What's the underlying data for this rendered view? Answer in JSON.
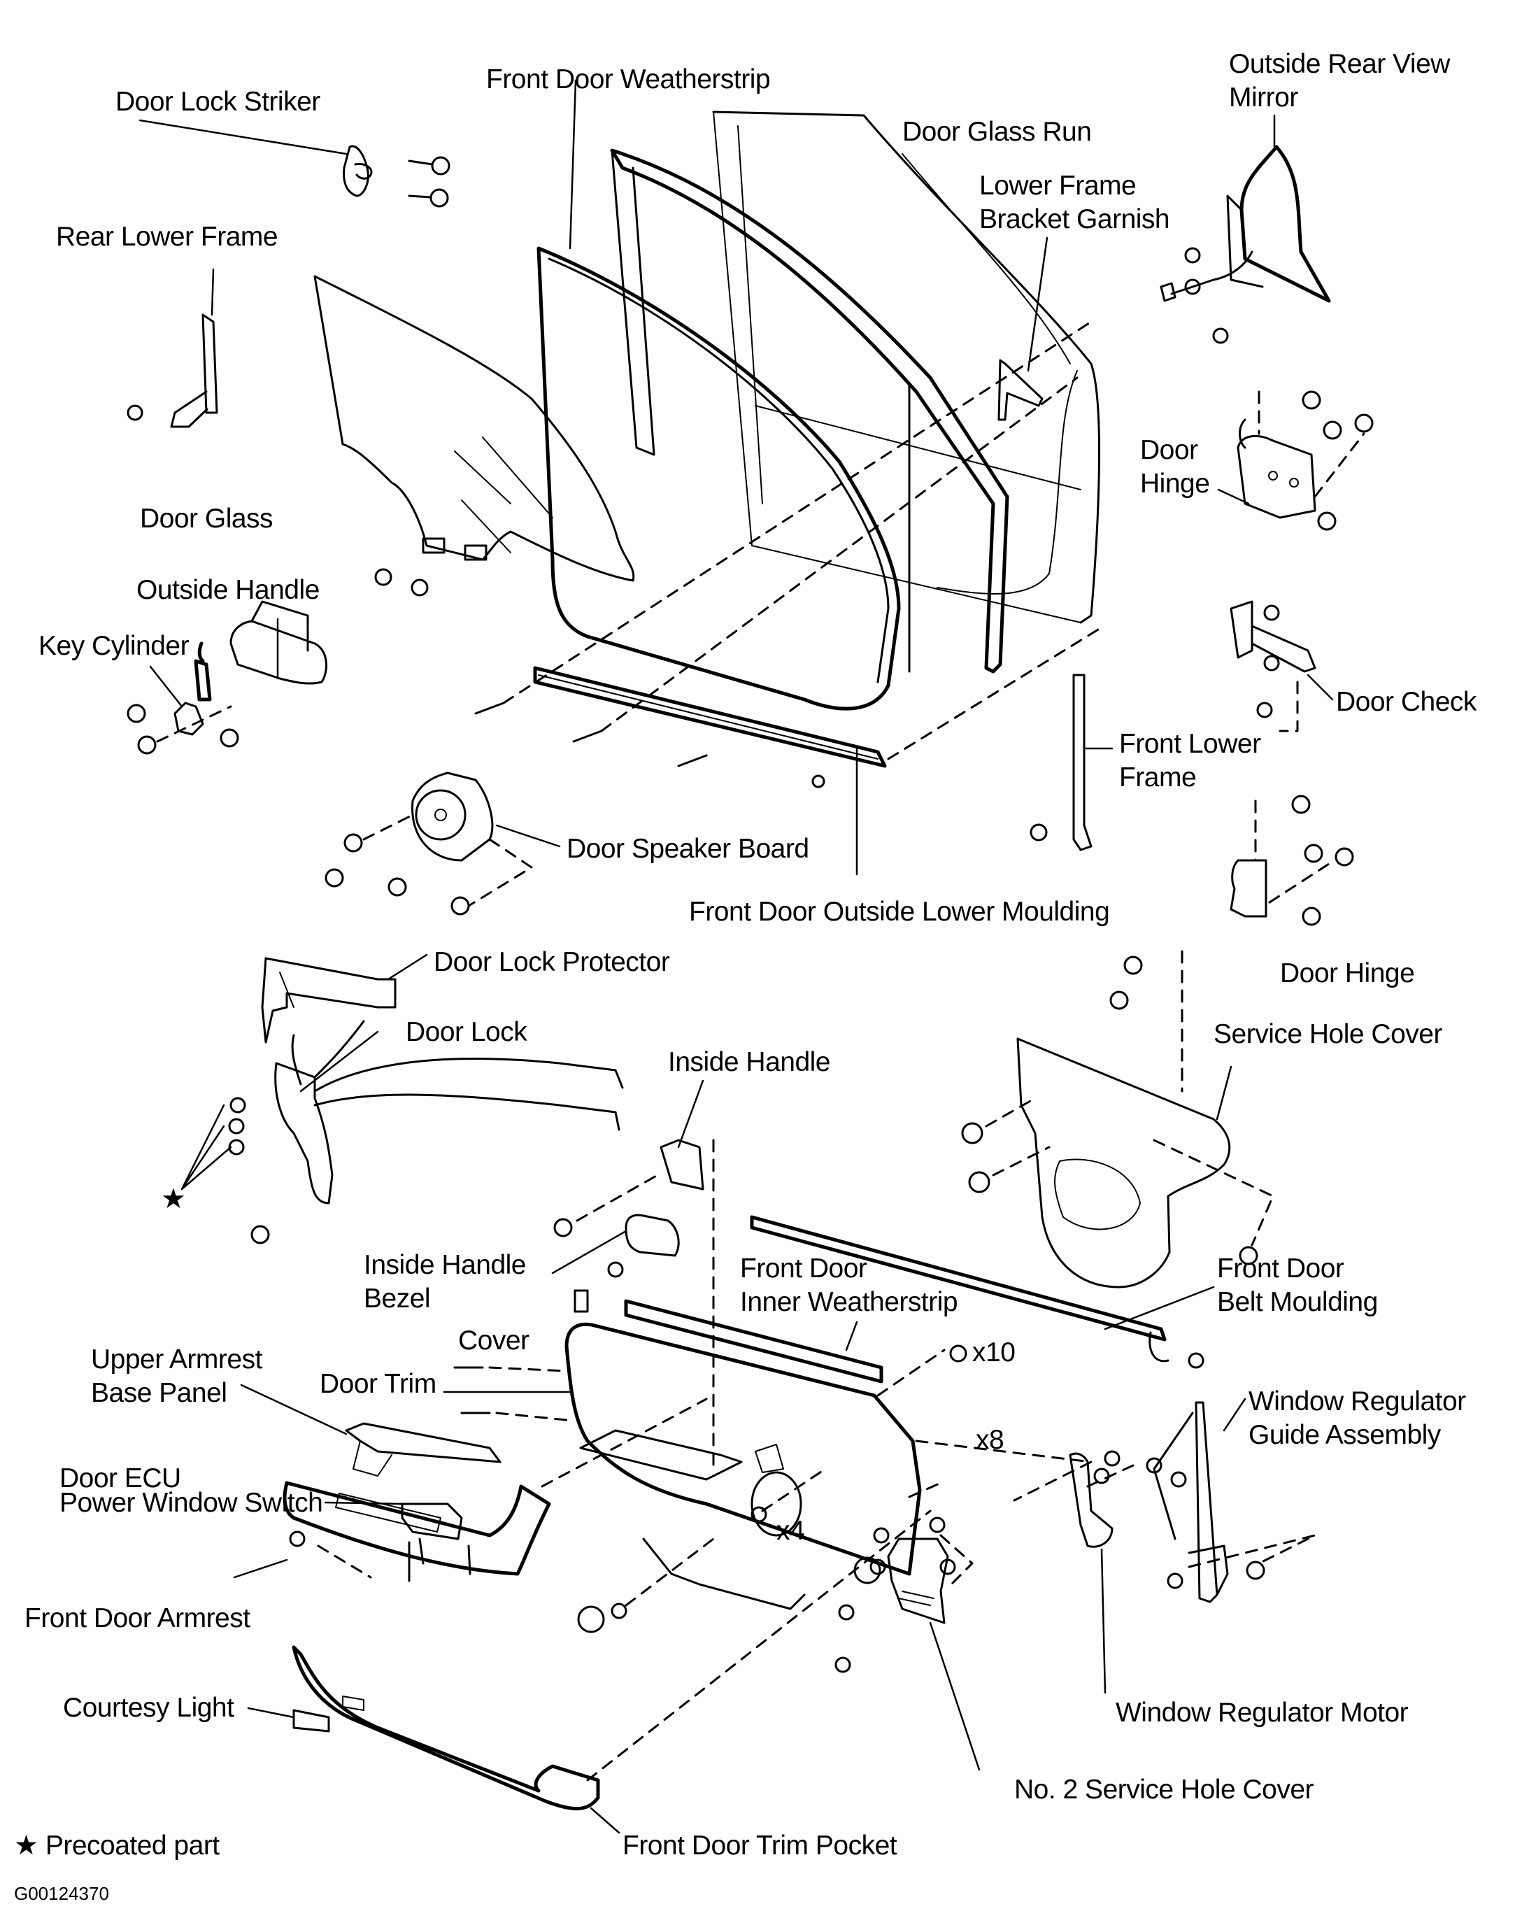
{
  "diagram": {
    "title_code": "G00124370",
    "legend": {
      "symbol": "★",
      "text": "Precoated part"
    },
    "callout_star": "★",
    "labels": {
      "door_lock_striker": "Door Lock Striker",
      "front_door_weatherstrip": "Front Door Weatherstrip",
      "door_glass_run": "Door Glass Run",
      "outside_rear_view_mirror_1": "Outside Rear View",
      "outside_rear_view_mirror_2": "Mirror",
      "lower_frame_bracket_garnish_1": "Lower Frame",
      "lower_frame_bracket_garnish_2": "Bracket Garnish",
      "rear_lower_frame": "Rear Lower Frame",
      "door_hinge_upper_1": "Door",
      "door_hinge_upper_2": "Hinge",
      "door_glass": "Door Glass",
      "outside_handle": "Outside Handle",
      "key_cylinder": "Key Cylinder",
      "door_check": "Door Check",
      "front_lower_frame_1": "Front Lower",
      "front_lower_frame_2": "Frame",
      "door_speaker_board": "Door Speaker Board",
      "front_door_outside_lower_moulding": "Front Door Outside Lower Moulding",
      "door_hinge_lower": "Door Hinge",
      "door_lock_protector": "Door Lock Protector",
      "service_hole_cover": "Service Hole Cover",
      "door_lock": "Door Lock",
      "inside_handle": "Inside Handle",
      "inside_handle_bezel_1": "Inside Handle",
      "inside_handle_bezel_2": "Bezel",
      "front_door_inner_weatherstrip_1": "Front Door",
      "front_door_inner_weatherstrip_2": "Inner Weatherstrip",
      "front_door_belt_moulding_1": "Front Door",
      "front_door_belt_moulding_2": "Belt Moulding",
      "cover": "Cover",
      "upper_armrest_base_panel_1": "Upper Armrest",
      "upper_armrest_base_panel_2": "Base Panel",
      "door_trim": "Door Trim",
      "window_regulator_guide_assembly_1": "Window Regulator",
      "window_regulator_guide_assembly_2": "Guide Assembly",
      "door_ecu_power_window_switch_1": "Door ECU",
      "door_ecu_power_window_switch_2": "Power Window Switch",
      "front_door_armrest": "Front Door Armrest",
      "courtesy_light": "Courtesy Light",
      "window_regulator_motor": "Window Regulator Motor",
      "no2_service_hole_cover": "No. 2 Service Hole Cover",
      "front_door_trim_pocket": "Front Door Trim Pocket"
    },
    "quantities": {
      "clips_trim": "x10",
      "screws_trim": "x8",
      "screws_pocket": "x4"
    }
  }
}
